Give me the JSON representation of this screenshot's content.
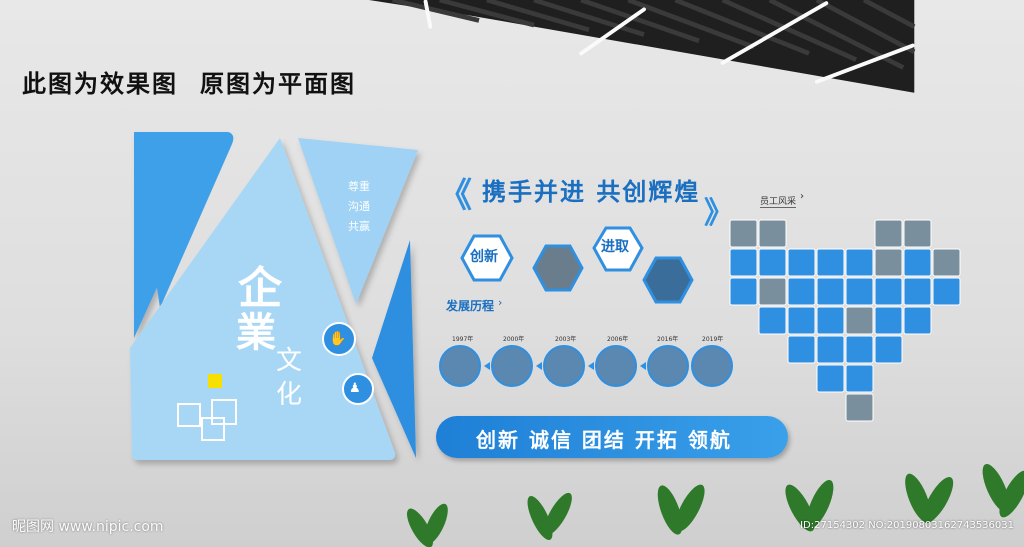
{
  "caption": {
    "left": "此图为效果图",
    "right": "原图为平面图"
  },
  "culture": {
    "big_char_1": "企",
    "big_char_2": "業",
    "small_char_1": "文",
    "small_char_2": "化",
    "values_vertical": [
      "尊重",
      "沟通",
      "共赢"
    ]
  },
  "slogan": {
    "title": "携手并进 共创辉煌",
    "hex_labels": [
      "创新",
      "进取"
    ]
  },
  "history": {
    "label": "发展历程",
    "years": [
      "1997年",
      "2000年",
      "2003年",
      "2006年",
      "2016年",
      "2019年"
    ]
  },
  "banner": {
    "text": "创新 诚信 团结 开拓 领航"
  },
  "staff": {
    "label": "员工风采"
  },
  "watermark": {
    "site": "昵图网 www.nipic.com",
    "id": "ID:27154302 NO:20190803162743536031"
  },
  "colors": {
    "primary": "#2f8fe0",
    "light": "#8cc9f2",
    "pale": "#b6dcf5",
    "dark": "#1a6fc0",
    "yellow": "#f7e000"
  }
}
